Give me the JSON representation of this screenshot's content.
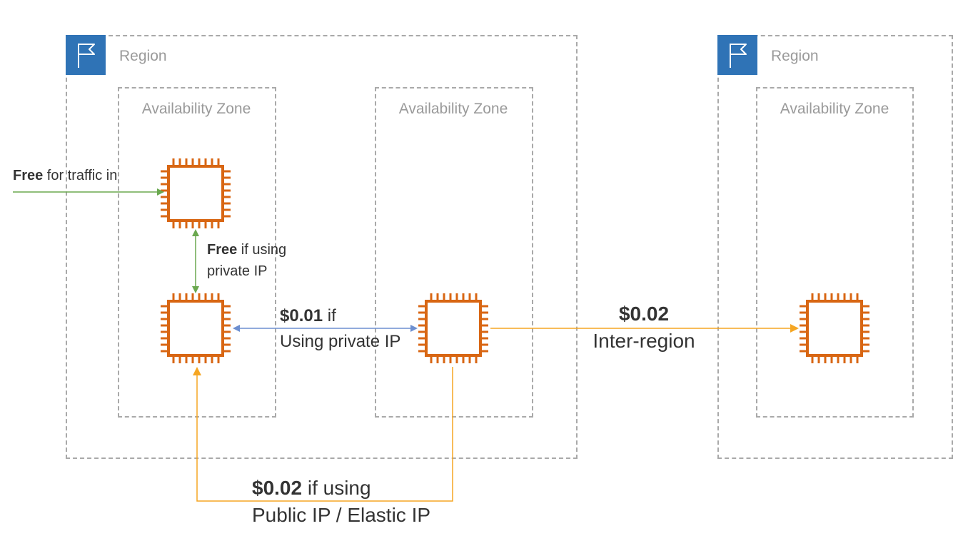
{
  "regions": [
    {
      "label": "Region",
      "icon": "region-flag-icon"
    },
    {
      "label": "Region",
      "icon": "region-flag-icon"
    }
  ],
  "availability_zones": [
    {
      "label": "Availability Zone"
    },
    {
      "label": "Availability Zone"
    },
    {
      "label": "Availability Zone"
    }
  ],
  "instances": [
    {
      "icon": "ec2-instance-icon"
    },
    {
      "icon": "ec2-instance-icon"
    },
    {
      "icon": "ec2-instance-icon"
    },
    {
      "icon": "ec2-instance-icon"
    }
  ],
  "annotations": {
    "traffic_in": {
      "bold": "Free",
      "rest": " for traffic in"
    },
    "private_same_az": {
      "bold": "Free",
      "line1_rest": " if using",
      "line2": "private IP"
    },
    "cross_az": {
      "bold": "$0.01",
      "line1_rest": " if",
      "line2": "Using private IP"
    },
    "inter_region": {
      "bold": "$0.02",
      "line2": "Inter-region"
    },
    "public_ip": {
      "bold": "$0.02",
      "line1_rest": " if using",
      "line2": "Public IP / Elastic IP"
    }
  },
  "colors": {
    "region_flag": "#2f73b6",
    "border_dashed": "#a9a9a9",
    "instance": "#d86613",
    "arrow_green": "#6aa84f",
    "arrow_blue": "#6d8fd0",
    "arrow_orange": "#f5a623"
  }
}
